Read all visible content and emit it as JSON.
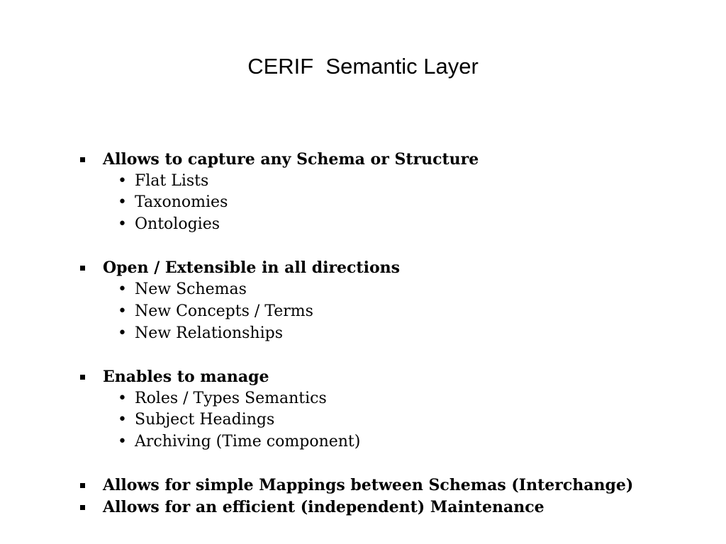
{
  "slide": {
    "title": "CERIF  Semantic Layer",
    "sub_bullet_glyph": "•",
    "points": [
      {
        "text": "Allows to capture any Schema or Structure",
        "items": [
          "Flat Lists",
          "Taxonomies",
          "Ontologies"
        ]
      },
      {
        "text": "Open / Extensible in all directions",
        "items": [
          "New Schemas",
          "New Concepts / Terms",
          "New Relationships"
        ]
      },
      {
        "text": "Enables to manage",
        "items": [
          "Roles / Types Semantics",
          "Subject Headings",
          "Archiving (Time component)"
        ]
      },
      {
        "text": "Allows for simple Mappings between Schemas (Interchange)",
        "items": []
      },
      {
        "text": "Allows for an efficient (independent) Maintenance",
        "items": []
      }
    ]
  }
}
